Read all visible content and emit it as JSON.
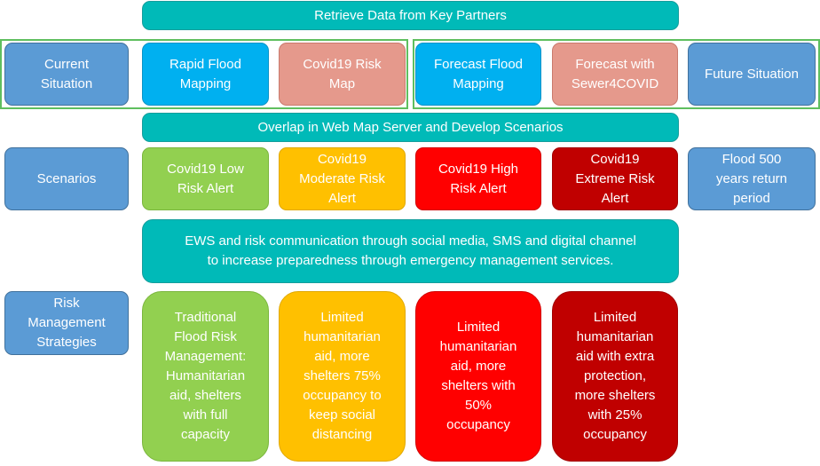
{
  "header": {
    "retrieve": "Retrieve Data from Key Partners"
  },
  "row1": {
    "current": "Current\nSituation",
    "rapid_flood": "Rapid Flood\nMapping",
    "covid_risk_map": "Covid19 Risk\nMap",
    "forecast_flood": "Forecast Flood\nMapping",
    "forecast_sewer": "Forecast with\nSewer4COVID",
    "future": "Future Situation"
  },
  "overlap": "Overlap in Web Map Server and Develop Scenarios",
  "scenarios": {
    "label": "Scenarios",
    "low": "Covid19 Low\nRisk Alert",
    "moderate": "Covid19\nModerate Risk\nAlert",
    "high": "Covid19 High\nRisk Alert",
    "extreme": "Covid19\nExtreme Risk\nAlert",
    "flood500": "Flood 500\nyears return\nperiod"
  },
  "ews": "EWS and risk communication through social media, SMS and digital channel\nto increase preparedness through emergency management services.",
  "strategies": {
    "label": "Risk\nManagement\nStrategies",
    "traditional": "Traditional\nFlood Risk\nManagement:\nHumanitarian\naid, shelters\nwith full\ncapacity",
    "limited75": "Limited\nhumanitarian\naid, more\nshelters 75%\noccupancy to\nkeep social\ndistancing",
    "limited50": "Limited\nhumanitarian\naid, more\nshelters with\n50%\noccupancy",
    "limited25": "Limited\nhumanitarian\naid with extra\nprotection,\nmore shelters\nwith 25%\noccupancy"
  },
  "colors": {
    "teal": "#00BAB8",
    "steel_blue": "#5B9BD5",
    "cyan": "#00B0F0",
    "salmon": "#E5998C",
    "green": "#92D050",
    "orange": "#FFC000",
    "red": "#FF0000",
    "dark_red": "#C00000",
    "frame_green": "#5FBF5F"
  }
}
